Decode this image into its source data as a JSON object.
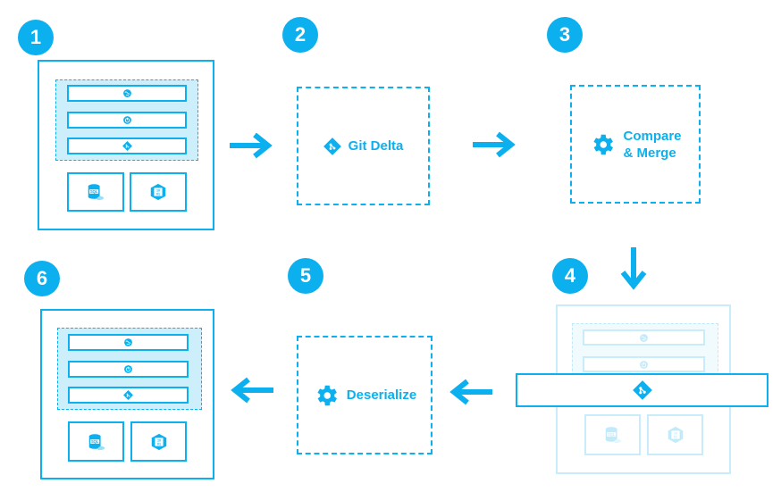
{
  "steps": [
    {
      "number": "1"
    },
    {
      "number": "2",
      "label": "Git Delta"
    },
    {
      "number": "3",
      "label_line1": "Compare",
      "label_line2": "& Merge"
    },
    {
      "number": "4"
    },
    {
      "number": "5",
      "label": "Deserialize"
    },
    {
      "number": "6"
    }
  ],
  "accent_color": "#0cb0ef",
  "icons": [
    "globe-icon",
    "power-icon",
    "git-icon",
    "database-icon",
    "binary-hexagon-icon",
    "gear-icon",
    "arrow-icon"
  ]
}
